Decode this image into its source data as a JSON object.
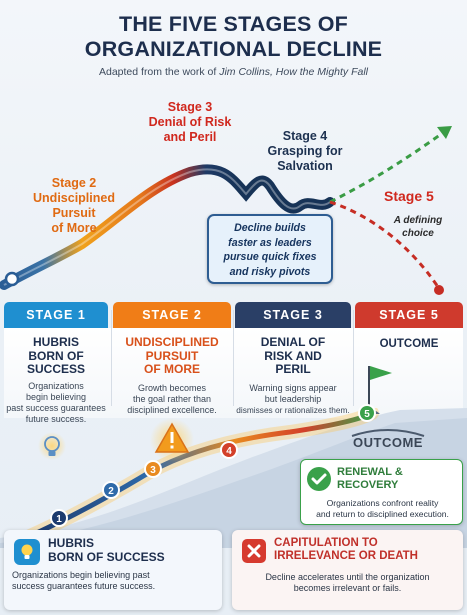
{
  "title": {
    "line1": "THE FIVE STAGES OF",
    "line2": "ORGANIZATIONAL DECLINE"
  },
  "subtitle": {
    "prefix": "Adapted from the work of ",
    "source": "Jim Collins, How the Mighty Fall"
  },
  "curve_labels": {
    "stage2": [
      "Stage 2",
      "Undisciplined",
      "Pursuit",
      "of More"
    ],
    "stage3": [
      "Stage 3",
      "Denial of Risk",
      "and Peril"
    ],
    "stage4": [
      "Stage 4",
      "Grasping for",
      "Salvation"
    ],
    "stage5": "Stage 5",
    "stage5_note": [
      "A defining",
      "choice"
    ]
  },
  "callout": [
    "Decline builds",
    "faster as leaders",
    "pursue quick fixes",
    "and risky pivots"
  ],
  "columns": [
    {
      "header": "STAGE 1",
      "title": [
        "HUBRIS",
        "BORN OF",
        "SUCCESS"
      ],
      "body": [
        "Organizations",
        "begin believing",
        "past success guarantees",
        "future success."
      ]
    },
    {
      "header": "STAGE 2",
      "title": [
        "UNDISCIPLINED",
        "PURSUIT",
        "OF MORE"
      ],
      "body": [
        "Growth becomes",
        "the goal rather than",
        "disciplined excellence."
      ]
    },
    {
      "header": "STAGE 3",
      "title": [
        "DENIAL OF",
        "RISK AND",
        "PERIL"
      ],
      "body": [
        "Warning signs appear",
        "but leadership",
        "dismisses or rationalizes them."
      ]
    },
    {
      "header": "STAGE 5",
      "title": [
        "OUTCOME"
      ],
      "body": []
    }
  ],
  "steps": [
    "1",
    "2",
    "3",
    "4",
    "5"
  ],
  "outcome_label": "OUTCOME",
  "cards": {
    "renewal": {
      "title": [
        "RENEWAL &",
        "RECOVERY"
      ],
      "body": [
        "Organizations confront reality",
        "and return to disciplined execution."
      ]
    },
    "hubris": {
      "title": [
        "HUBRIS",
        "BORN OF SUCCESS"
      ],
      "body": [
        "Organizations begin believing past",
        "success guarantees future success."
      ]
    },
    "capitulation": {
      "title": [
        "CAPITULATION TO",
        "IRRELEVANCE OR DEATH"
      ],
      "body": [
        "Decline accelerates until the organization",
        "becomes irrelevant or fails."
      ]
    }
  },
  "colors": {
    "navy": "#1d2e4d",
    "stage1_header": "#1f8fd0",
    "stage2_header": "#f07d17",
    "stage3_header": "#2a3f66",
    "stage5_header": "#cf3a2d",
    "orange_label": "#e06a12",
    "red_label": "#d0281e",
    "renewal_green": "#3aa14a",
    "capitulation_red": "#d63a2f"
  }
}
